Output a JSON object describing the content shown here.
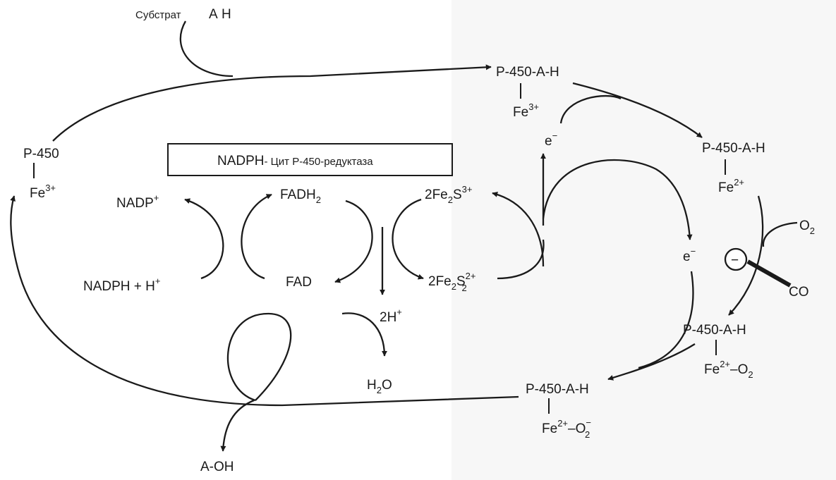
{
  "substrate_label": "Субстрат",
  "substrate_formula": "А Н",
  "enzyme_box": {
    "part1": "NADPH",
    "part2": "- Цит Р-450-редуктаза"
  },
  "cycle": {
    "p450_fe3": {
      "name": "P-450",
      "ion": "Fe",
      "ion_sup": "3+"
    },
    "p450ah_fe3": {
      "name": "P-450-A-H",
      "ion": "Fe",
      "ion_sup": "3+"
    },
    "p450ah_fe2": {
      "name": "P-450-A-H",
      "ion": "Fe",
      "ion_sup": "2+"
    },
    "p450ah_fe2o2": {
      "name": "P-450-A-H",
      "ion": "Fe",
      "ion_sup": "2+",
      "suffix": "–O",
      "suffix_sub": "2"
    },
    "p450ah_fe2o2minus": {
      "name": "P-450-A-H",
      "ion": "Fe",
      "ion_sup": "2+",
      "suffix": "–O",
      "suffix_sup": "−",
      "suffix_sub": "2"
    }
  },
  "electron_transport": {
    "nadp": {
      "text": "NADP",
      "sup": "+"
    },
    "nadph": {
      "text": "NADPH + H",
      "sup": "+"
    },
    "fadh2": {
      "text": "FADH",
      "sub": "2"
    },
    "fad": {
      "text": "FAD"
    },
    "fe2s_oxidized": {
      "pre": "2Fe",
      "sub": "2",
      "mid": "S",
      "sup": "3+"
    },
    "fe2s_reduced": {
      "pre": "2Fe",
      "sub1": "2",
      "mid": "S",
      "sub2": "2",
      "sup": "2+"
    }
  },
  "electron_top": {
    "text": "e",
    "sup": "−"
  },
  "electron_right": {
    "text": "e",
    "sup": "−"
  },
  "protons": {
    "text": "2H",
    "sup": "+"
  },
  "water": {
    "pre": "H",
    "sub": "2",
    "post": "O"
  },
  "oxygen": {
    "text": "O",
    "sub": "2"
  },
  "carbon_monoxide": "CO",
  "inhibition_sign": "−",
  "product": "А-OH"
}
